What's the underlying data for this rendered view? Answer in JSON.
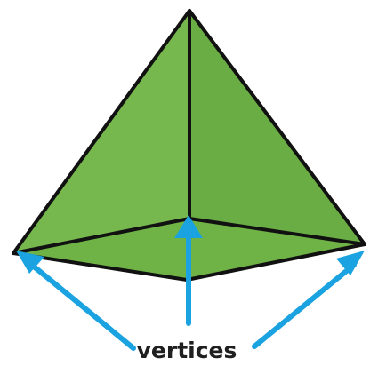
{
  "label": "vertices",
  "colors": {
    "face_fill": "#77b84e",
    "edge_stroke": "#111111",
    "arrow": "#1aa3e0",
    "text": "#1f1f1f"
  },
  "shape": "triangular-pyramid",
  "arrows": [
    "left-vertex-arrow",
    "center-vertex-arrow",
    "right-vertex-arrow"
  ]
}
